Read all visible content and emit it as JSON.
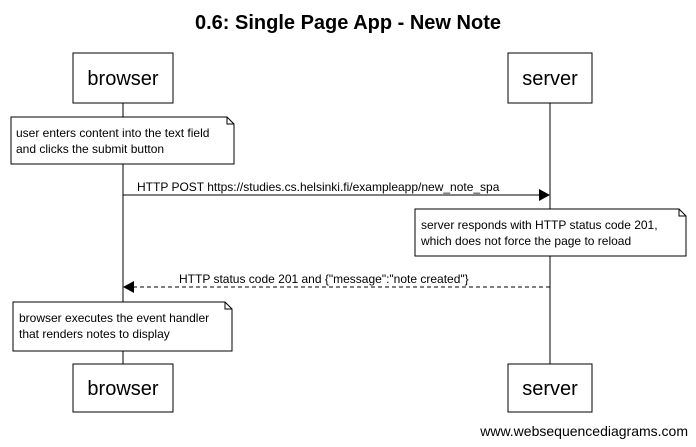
{
  "title": "0.6: Single Page App - New Note",
  "participants": {
    "browser": {
      "label": "browser"
    },
    "server": {
      "label": "server"
    }
  },
  "notes": {
    "note1": {
      "line1": "user enters content into the text field",
      "line2": "and clicks the submit button"
    },
    "note2": {
      "line1": "server responds with HTTP status code 201,",
      "line2": "which does not force the page to reload"
    },
    "note3": {
      "line1": "browser executes the event handler",
      "line2": "that renders notes to display"
    }
  },
  "messages": {
    "post": {
      "label": "HTTP POST https://studies.cs.helsinki.fi/exampleapp/new_note_spa",
      "style": "solid"
    },
    "response": {
      "label": "HTTP status code 201 and {\"message\":\"note created\"}",
      "style": "dashed"
    }
  },
  "footer": "www.websequencediagrams.com"
}
